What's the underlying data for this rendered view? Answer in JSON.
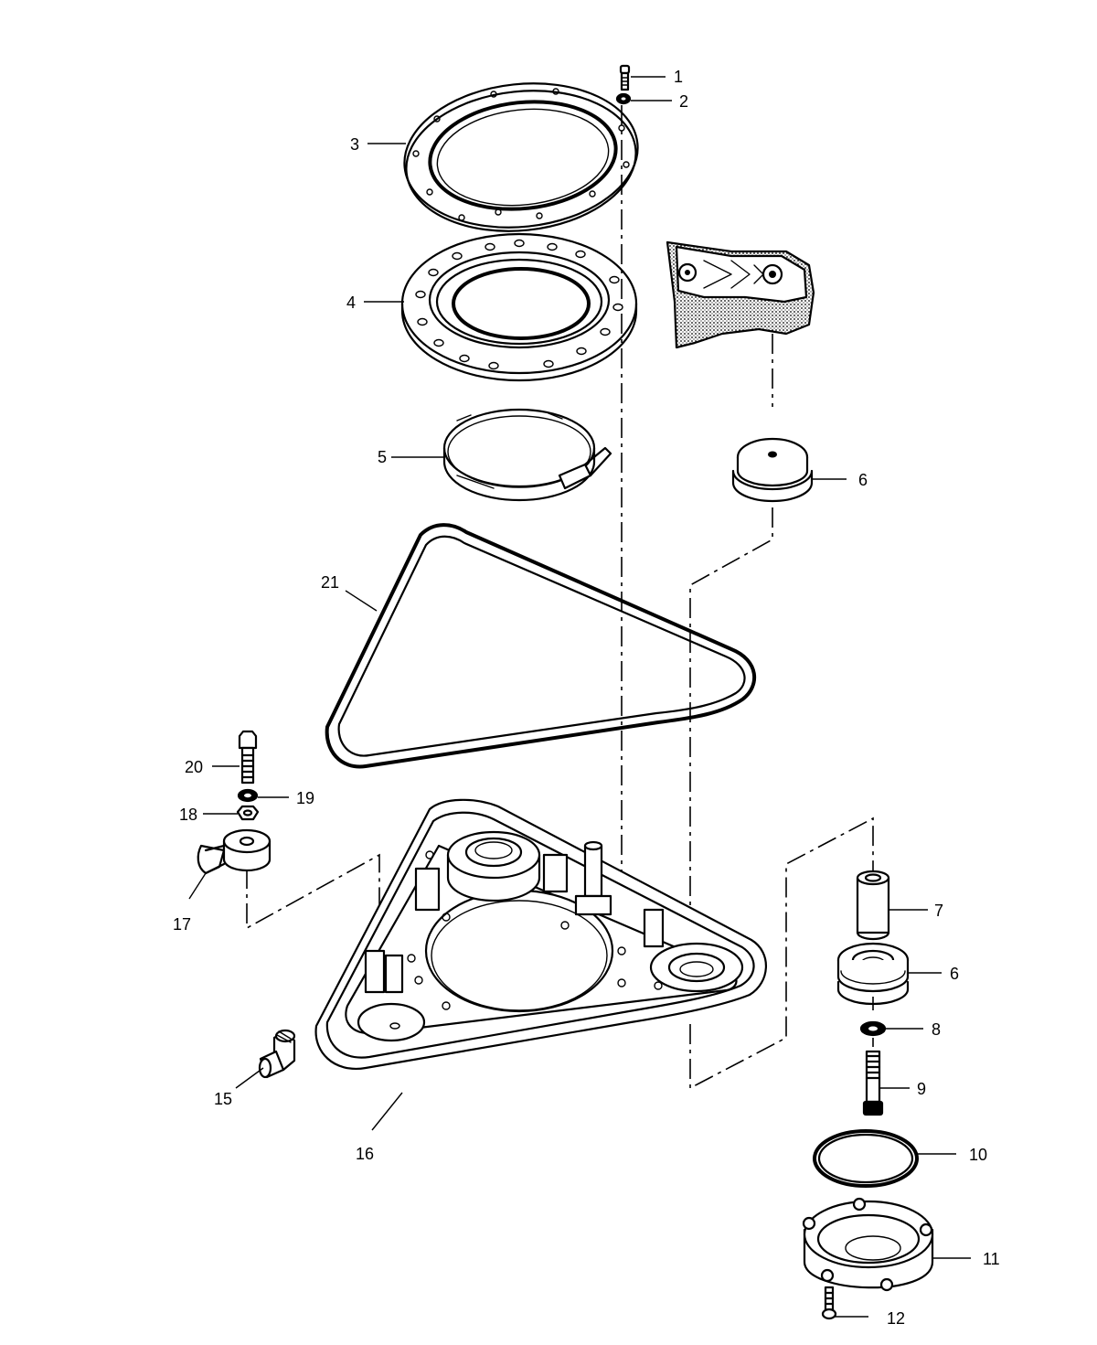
{
  "diagram": {
    "callouts": [
      {
        "id": "1",
        "label": "1"
      },
      {
        "id": "2",
        "label": "2"
      },
      {
        "id": "3",
        "label": "3"
      },
      {
        "id": "4",
        "label": "4"
      },
      {
        "id": "5",
        "label": "5"
      },
      {
        "id": "6a",
        "label": "6"
      },
      {
        "id": "6b",
        "label": "6"
      },
      {
        "id": "7",
        "label": "7"
      },
      {
        "id": "8",
        "label": "8"
      },
      {
        "id": "9",
        "label": "9"
      },
      {
        "id": "10",
        "label": "10"
      },
      {
        "id": "11",
        "label": "11"
      },
      {
        "id": "12",
        "label": "12"
      },
      {
        "id": "15",
        "label": "15"
      },
      {
        "id": "16",
        "label": "16"
      },
      {
        "id": "17",
        "label": "17"
      },
      {
        "id": "18",
        "label": "18"
      },
      {
        "id": "19",
        "label": "19"
      },
      {
        "id": "20",
        "label": "20"
      },
      {
        "id": "21",
        "label": "21"
      }
    ]
  }
}
